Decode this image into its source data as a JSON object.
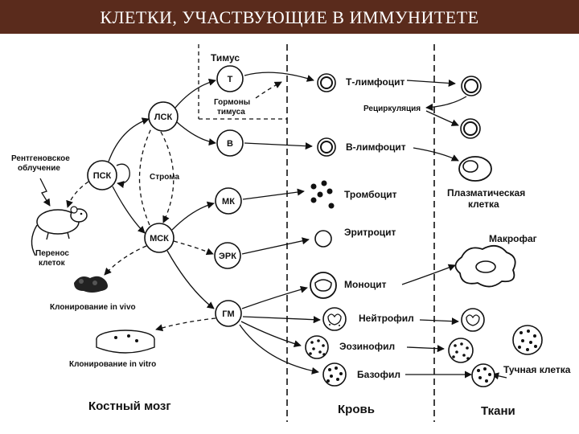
{
  "title": "КЛЕТКИ, УЧАСТВУЮЩИЕ В ИММУНИТЕТЕ",
  "bone_marrow": {
    "section": "Костный мозг",
    "radiation": [
      "Рентгеновское",
      "облучение"
    ],
    "psk": "ПСК",
    "stroma": "Строма",
    "lsk": "ЛСК",
    "msk": "МСК",
    "transfer": [
      "Перенос",
      "клеток"
    ],
    "clone_vivo": "Клонирование in vivo",
    "clone_vitro": "Клонирование in vitro",
    "t": "Т",
    "b": "В",
    "mk": "МК",
    "erk": "ЭРК",
    "gm": "ГМ"
  },
  "thymus": {
    "label": "Тимус",
    "hormones": [
      "Гормоны",
      "тимуса"
    ]
  },
  "blood": {
    "section": "Кровь",
    "t_lymph": "Т-лимфоцит",
    "recirc": "Рециркуляция",
    "b_lymph": "В-лимфоцит",
    "platelet": "Тромбоцит",
    "erythro": "Эритроцит",
    "mono": "Моноцит",
    "neutro": "Нейтрофил",
    "eosino": "Эозинофил",
    "baso": "Базофил"
  },
  "tissues": {
    "section": "Ткани",
    "plasma": [
      "Плазматическая",
      "клетка"
    ],
    "macro": "Макрофаг",
    "mast": "Тучная клетка"
  }
}
